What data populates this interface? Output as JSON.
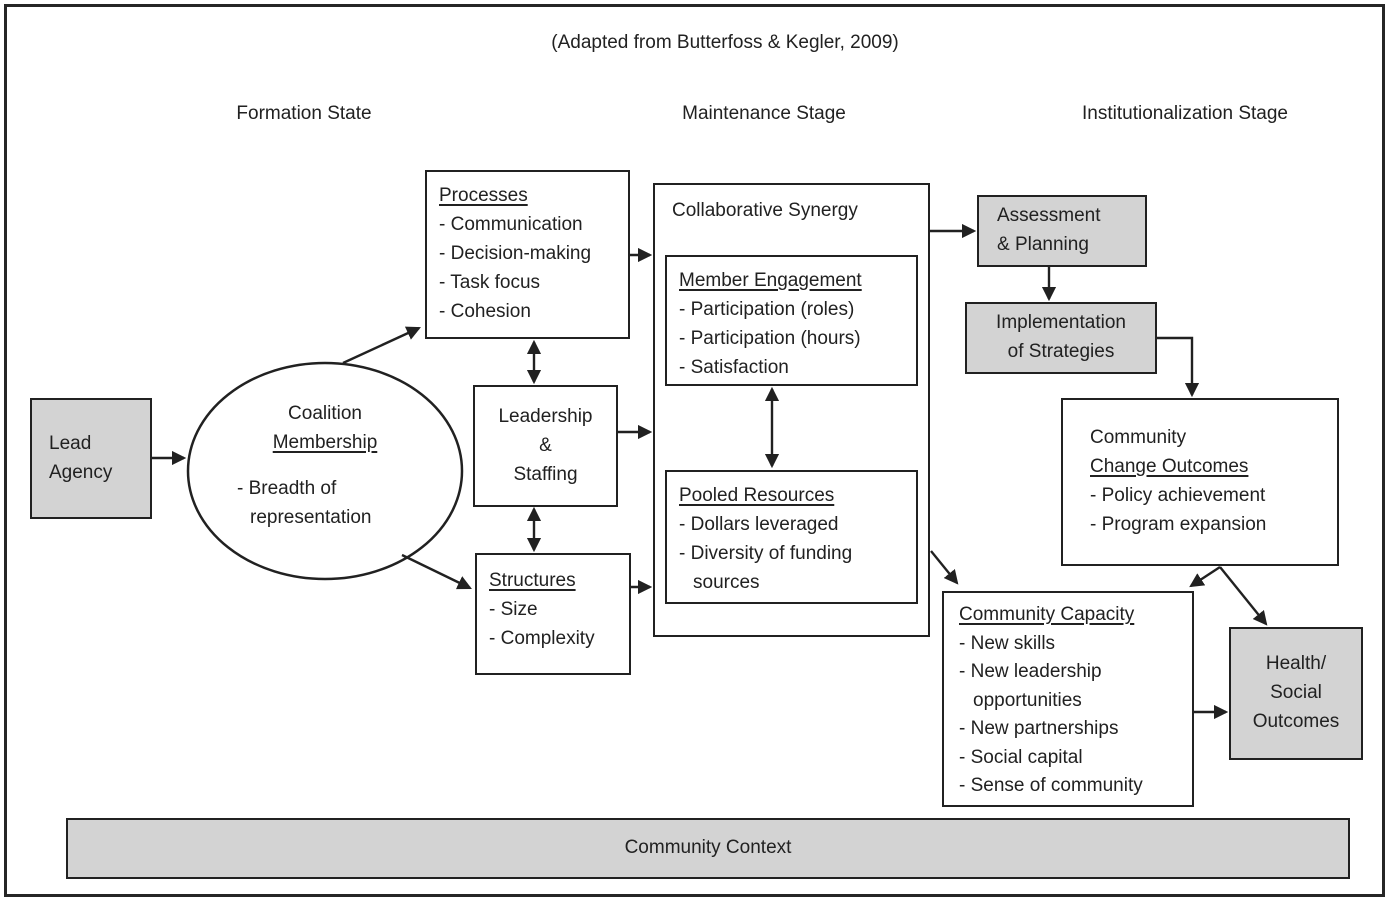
{
  "caption": "(Adapted from Butterfoss & Kegler, 2009)",
  "stage_headers": {
    "formation": "Formation State",
    "maintenance": "Maintenance Stage",
    "institutionalization": "Institutionalization Stage"
  },
  "nodes": {
    "lead_agency": {
      "lines": [
        "Lead",
        "Agency"
      ]
    },
    "coalition_membership": {
      "title_line1": "Coalition",
      "title_line2": "Membership",
      "bullet": "- Breadth of",
      "bullet_cont": "representation"
    },
    "processes": {
      "title": "Processes",
      "bullets": [
        "- Communication",
        "- Decision-making",
        "- Task focus",
        "- Cohesion"
      ]
    },
    "leadership_staffing": {
      "lines": [
        "Leadership",
        "&",
        "Staffing"
      ]
    },
    "structures": {
      "title": "Structures",
      "bullets": [
        "- Size",
        "- Complexity"
      ]
    },
    "collaborative_synergy": {
      "title": "Collaborative Synergy"
    },
    "member_engagement": {
      "title": "Member Engagement",
      "bullets": [
        "- Participation (roles)",
        "- Participation (hours)",
        "- Satisfaction"
      ]
    },
    "pooled_resources": {
      "title": "Pooled Resources",
      "bullets": [
        "- Dollars leveraged",
        "- Diversity of funding",
        "sources"
      ]
    },
    "assessment_planning": {
      "lines": [
        "Assessment",
        "& Planning"
      ]
    },
    "implementation_of_strategies": {
      "lines": [
        "Implementation",
        "of Strategies"
      ]
    },
    "community_change_outcomes": {
      "title_line1": "Community",
      "title_line2": "Change Outcomes",
      "bullets": [
        "- Policy achievement",
        "- Program expansion"
      ]
    },
    "community_capacity": {
      "title": "Community Capacity",
      "bullets": [
        "- New skills",
        "- New leadership",
        "opportunities",
        "- New partnerships",
        "- Social capital",
        "- Sense of community"
      ]
    },
    "health_social_outcomes": {
      "lines": [
        "Health/",
        "Social",
        "Outcomes"
      ]
    },
    "community_context": {
      "title": "Community Context"
    }
  },
  "colors": {
    "box_gray": "#d3d3d3",
    "line": "#212121",
    "background": "#ffffff"
  }
}
